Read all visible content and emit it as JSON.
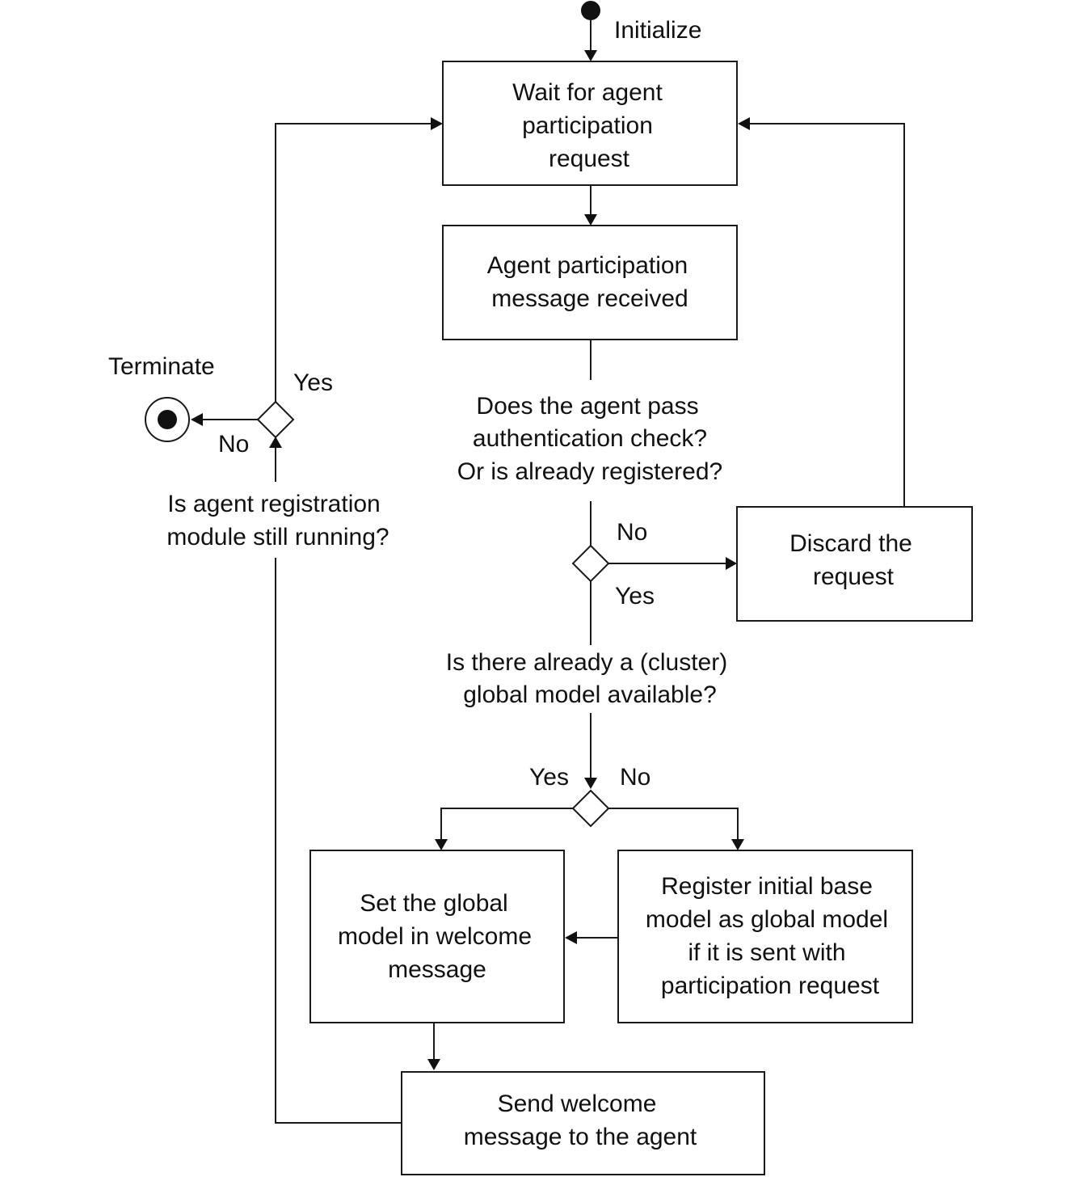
{
  "nodes": {
    "initialize": "Initialize",
    "wait_request": [
      "Wait for agent",
      "participation",
      "request"
    ],
    "message_received": [
      "Agent participation",
      "message received"
    ],
    "auth_question": [
      "Does the agent pass",
      "authentication check?",
      "Or is already registered?"
    ],
    "discard": [
      "Discard the",
      "request"
    ],
    "global_model_question": [
      "Is there already a (cluster)",
      "global model available?"
    ],
    "set_global_model": [
      "Set the global",
      "model in welcome",
      "message"
    ],
    "register_base_model": [
      "Register initial base",
      "model as global model",
      "if it is sent with",
      "participation request"
    ],
    "send_welcome": [
      "Send welcome",
      "message to the agent"
    ],
    "running_question": [
      "Is agent registration",
      "module still running?"
    ],
    "terminate": "Terminate"
  },
  "edge_labels": {
    "auth_no": "No",
    "auth_yes": "Yes",
    "model_yes": "Yes",
    "model_no": "No",
    "running_yes": "Yes",
    "running_no": "No"
  }
}
